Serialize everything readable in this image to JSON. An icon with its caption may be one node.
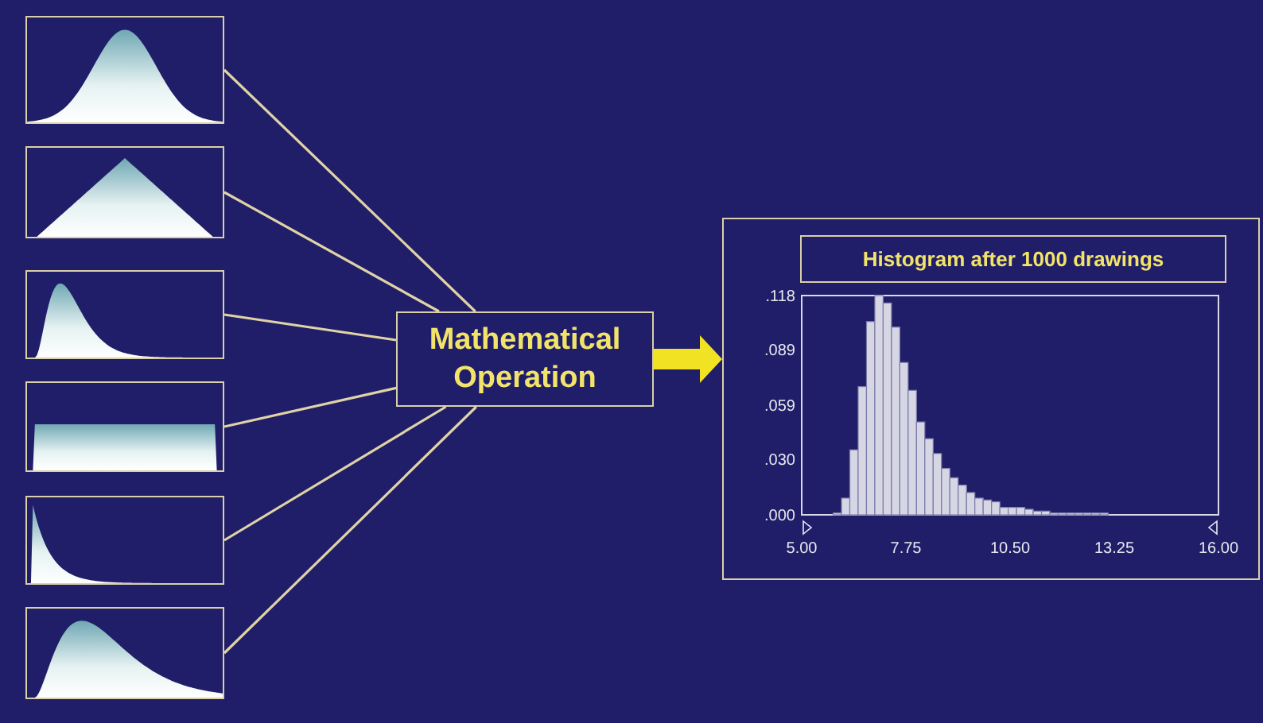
{
  "diagram": {
    "nodes": [
      {
        "text": [],
        "shape": "picture"
      },
      {
        "text": [],
        "shape": "picture"
      },
      {
        "text": [],
        "shape": "picture"
      },
      {
        "text": [],
        "shape": "picture"
      },
      {
        "text": [],
        "shape": "picture"
      },
      {
        "text": [],
        "shape": "picture"
      },
      {
        "text": [
          "Mathematical Operation"
        ]
      },
      {
        "text": [],
        "shape": "box"
      },
      {
        "text": [
          "Histogram after 1000 drawings"
        ],
        "in": 7
      }
    ],
    "edges": [
      {
        "from": 0,
        "to": 6,
        "arrow": "none"
      },
      {
        "from": 1,
        "to": 6,
        "arrow": "none"
      },
      {
        "from": 2,
        "to": 6,
        "arrow": "none"
      },
      {
        "from": 3,
        "to": 6,
        "arrow": "none"
      },
      {
        "from": 4,
        "to": 6,
        "arrow": "none"
      },
      {
        "from": 5,
        "to": 6,
        "arrow": "none"
      },
      {
        "from": 6,
        "to": 7,
        "arrow": "to",
        "style": "thick",
        "color": "#f2e224"
      }
    ],
    "chart_data": {
      "type": "bar",
      "x": [
        5.94,
        6.16,
        6.38,
        6.6,
        6.82,
        7.04,
        7.26,
        7.48,
        7.7,
        7.92,
        8.14,
        8.36,
        8.58,
        8.8,
        9.02,
        9.24,
        9.46,
        9.68,
        9.9,
        10.12,
        10.34,
        10.56,
        10.78,
        11.0,
        11.22,
        11.44,
        11.66,
        11.88,
        12.1,
        12.32,
        12.54,
        12.76,
        12.98
      ],
      "values": [
        0.001,
        0.009,
        0.035,
        0.069,
        0.104,
        0.118,
        0.114,
        0.101,
        0.082,
        0.067,
        0.05,
        0.041,
        0.033,
        0.025,
        0.02,
        0.016,
        0.012,
        0.009,
        0.008,
        0.007,
        0.004,
        0.004,
        0.004,
        0.003,
        0.002,
        0.002,
        0.001,
        0.001,
        0.001,
        0.001,
        0.001,
        0.001,
        0.001
      ],
      "xlim": [
        5,
        16
      ],
      "ylim": [
        0,
        0.118
      ],
      "xticks": [
        {
          "value": 5,
          "label": "5.00"
        },
        {
          "value": 7.75,
          "label": "7.75"
        },
        {
          "value": 10.5,
          "label": "10.50"
        },
        {
          "value": 13.25,
          "label": "13.25"
        },
        {
          "value": 16,
          "label": "16.00"
        }
      ],
      "yticks": [
        {
          "value": 0,
          "label": ".000"
        },
        {
          "value": 0.03,
          "label": ".030"
        },
        {
          "value": 0.059,
          "label": ".059"
        },
        {
          "value": 0.089,
          "label": ".089"
        },
        {
          "value": 0.118,
          "label": ".118"
        }
      ]
    }
  }
}
